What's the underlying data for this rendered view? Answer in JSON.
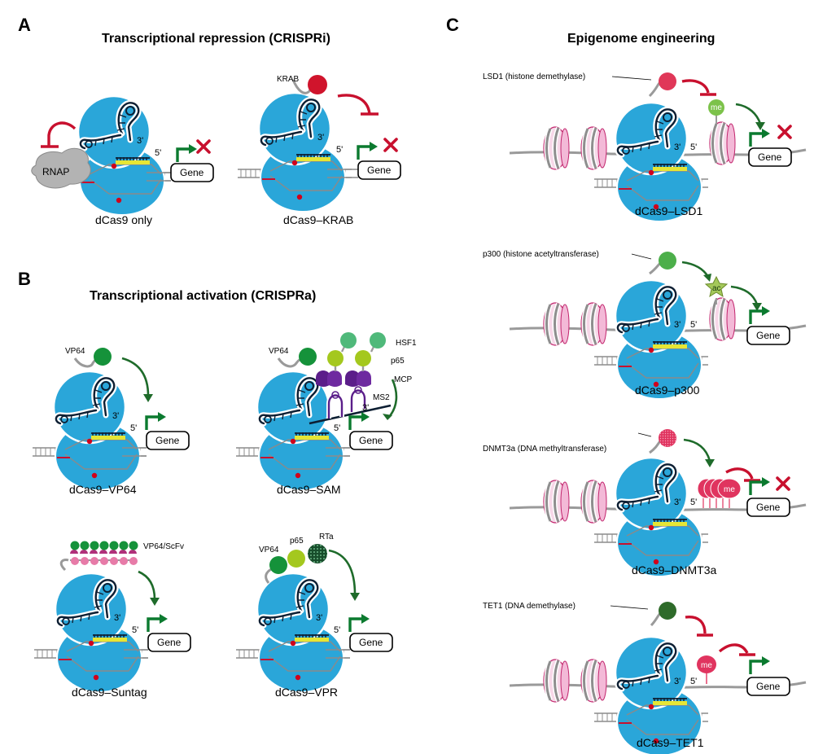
{
  "panels": {
    "A": {
      "letter": "A",
      "title": "Transcriptional repression (CRISPRi)"
    },
    "B": {
      "letter": "B",
      "title": "Transcriptional activation (CRISPRa)"
    },
    "C": {
      "letter": "C",
      "title": "Epigenome engineering"
    }
  },
  "prime_labels": {
    "three": "3'",
    "five": "5'"
  },
  "gene_label": "Gene",
  "repression": {
    "dcas9_only": {
      "caption": "dCas9 only",
      "rnap": "RNAP"
    },
    "dcas9_krab": {
      "caption": "dCas9–KRAB",
      "effector": "KRAB"
    }
  },
  "activation": {
    "vp64": {
      "caption": "dCas9–VP64",
      "effector": "VP64"
    },
    "sam": {
      "caption": "dCas9–SAM",
      "vp64": "VP64",
      "hsf1": "HSF1",
      "p65": "p65",
      "mcp": "MCP",
      "ms2": "MS2"
    },
    "suntag": {
      "caption": "dCas9–Suntag",
      "effector": "VP64/ScFv"
    },
    "vpr": {
      "caption": "dCas9–VPR",
      "vp64": "VP64",
      "p65": "p65",
      "rta": "RTa"
    }
  },
  "epigenome": {
    "lsd1": {
      "caption": "dCas9–LSD1",
      "effector": "LSD1 (histone demethylase)",
      "mark": "me"
    },
    "p300": {
      "caption": "dCas9–p300",
      "effector": "p300 (histone acetyltransferase)",
      "mark": "ac"
    },
    "dnmt3a": {
      "caption": "dCas9–DNMT3a",
      "effector": "DNMT3a (DNA methyltransferase)",
      "mark": "me"
    },
    "tet1": {
      "caption": "dCas9–TET1",
      "effector": "TET1 (DNA demethylase)",
      "mark": "me"
    }
  },
  "colors": {
    "cas9": "#2aa6d9",
    "cas9_outline": "#ffffff",
    "green_arrow": "#0b7a2f",
    "dark_green": "#1e6b2a",
    "repress_red": "#c8102e",
    "krab_red": "#d0142c",
    "vp64_green": "#15923a",
    "lime": "#a4c81e",
    "hsf1": "#4fb97a",
    "mcp_purple": "#5b1e8a",
    "pink": "#e24a7a",
    "nucleosome_pink": "#f4c6de",
    "dna_grey": "#9a9a9a",
    "guide_yellow": "#e6e635"
  },
  "icons": [
    "repression-arrow",
    "activation-arrow",
    "transcription-start-arrow",
    "cross-mark",
    "nucleosome",
    "guide-rna-hairpin"
  ]
}
